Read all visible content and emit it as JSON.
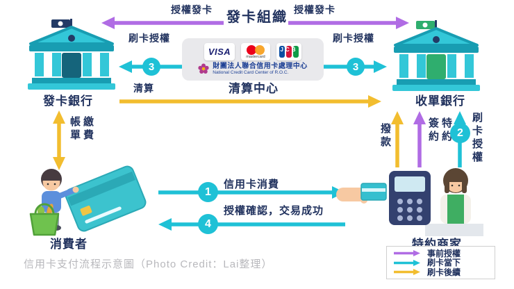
{
  "colors": {
    "purple": "#b06ce4",
    "cyan": "#1fc1d6",
    "yellow": "#f2bd2f",
    "navy": "#21325e",
    "caption_gray": "#b8b8bc",
    "box_gray": "#e9e9ec"
  },
  "nodes": {
    "card_network": "發卡組織",
    "issuer_bank": "發卡銀行",
    "acquirer_bank": "收單銀行",
    "clearing_center": "清算中心",
    "consumer": "消費者",
    "merchant": "特約商家"
  },
  "labels": {
    "auth_issue_left": "授權發卡",
    "auth_issue_right": "授權發卡",
    "swipe_auth_left": "刷卡授權",
    "swipe_auth_right": "刷卡授權",
    "clearing": "清算",
    "bill_col1": "帳單",
    "bill_col2": "繳費",
    "disbursement": "撥款",
    "contract_col1": "簽約",
    "contract_col2": "特約",
    "swipe_auth_vertical": "刷卡授權",
    "step1_consume": "信用卡消費",
    "step4_confirm": "授權確認，交易成功"
  },
  "steps": {
    "one": "1",
    "two": "2",
    "three": "3",
    "four": "4"
  },
  "clearing_box": {
    "visa": "VISA",
    "mastercard": "mastercard",
    "jcb": "JCB",
    "nccc_zh": "財團法人聯合信用卡處理中心",
    "nccc_en": "National Credit Card Center of R.O.C."
  },
  "legend": {
    "items": [
      {
        "label": "事前授權",
        "color": "purple"
      },
      {
        "label": "刷卡當下",
        "color": "cyan"
      },
      {
        "label": "刷卡後續",
        "color": "yellow"
      }
    ]
  },
  "caption": "信用卡支付流程示意圖（Photo Credit：Lai整理）"
}
